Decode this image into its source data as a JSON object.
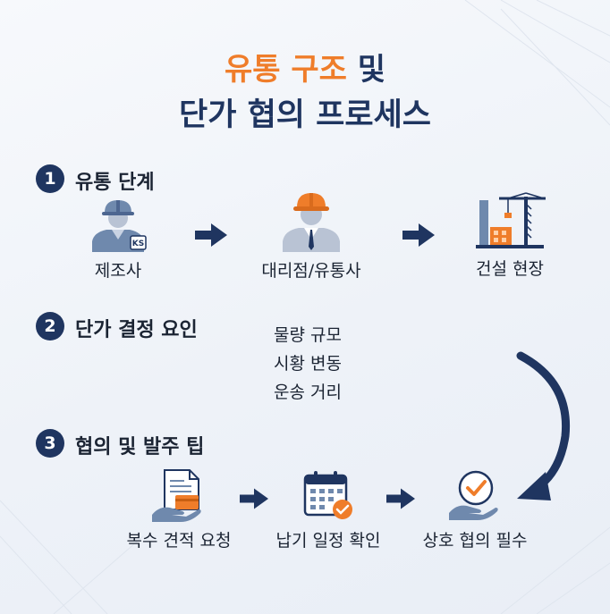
{
  "title": {
    "line1_accent": "유통 구조",
    "line1_rest": " 및",
    "line2": "단가 협의 프로세스"
  },
  "sections": [
    {
      "number": "1",
      "title": "유통 단계"
    },
    {
      "number": "2",
      "title": "단가 결정 요인"
    },
    {
      "number": "3",
      "title": "협의 및 발주 팁"
    }
  ],
  "distribution": {
    "nodes": [
      {
        "label": "제조사",
        "icon": "worker-hardhat-icon"
      },
      {
        "label": "대리점/유통사",
        "icon": "dealer-hardhat-icon"
      },
      {
        "label": "건설 현장",
        "icon": "construction-site-icon"
      }
    ],
    "badge_text": "KS"
  },
  "price_factors": [
    "물량 규모",
    "시황 변동",
    "운송 거리"
  ],
  "tips": {
    "nodes": [
      {
        "label": "복수 견적 요청",
        "icon": "quotation-document-icon"
      },
      {
        "label": "납기 일정 확인",
        "icon": "calendar-check-icon"
      },
      {
        "label": "상호 협의 필수",
        "icon": "handshake-check-icon"
      }
    ]
  },
  "colors": {
    "navy": "#1f3560",
    "orange": "#ef7d2a",
    "steel_blue": "#6f89ad"
  }
}
